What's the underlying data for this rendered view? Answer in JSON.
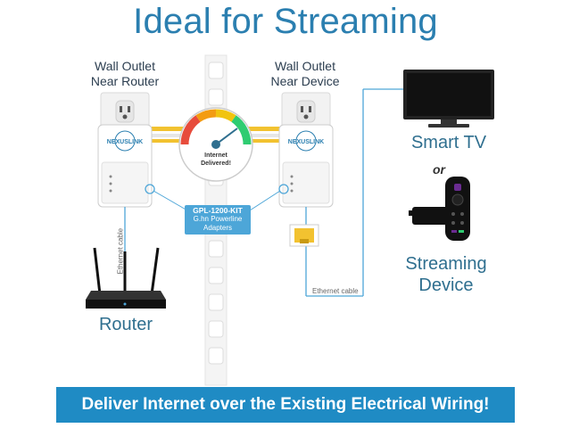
{
  "title": "Ideal for Streaming",
  "left_outlet": {
    "line1": "Wall Outlet",
    "line2": "Near Router"
  },
  "right_outlet": {
    "line1": "Wall Outlet",
    "line2": "Near Device"
  },
  "brand_left": "NEXUSLINK",
  "brand_right": "NEXUSLINK",
  "gauge_text": {
    "line1": "Internet",
    "line2": "Delivered!"
  },
  "kit": {
    "model": "GPL-1200-KIT",
    "line2": "G.hn Powerline",
    "line3": "Adapters"
  },
  "cable_left": "Ethernet cable",
  "cable_right": "Ethernet cable",
  "router_label": "Router",
  "tv_label": "Smart TV",
  "or_label": "or",
  "streaming": {
    "line1": "Streaming",
    "line2": "Device"
  },
  "banner": "Deliver Internet over the Existing Electrical Wiring!",
  "colors": {
    "title": "#2b7fb0",
    "banner": "#1f8bc4",
    "wire_yellow": "#f2c230",
    "cable_blue": "#4da6d8"
  }
}
